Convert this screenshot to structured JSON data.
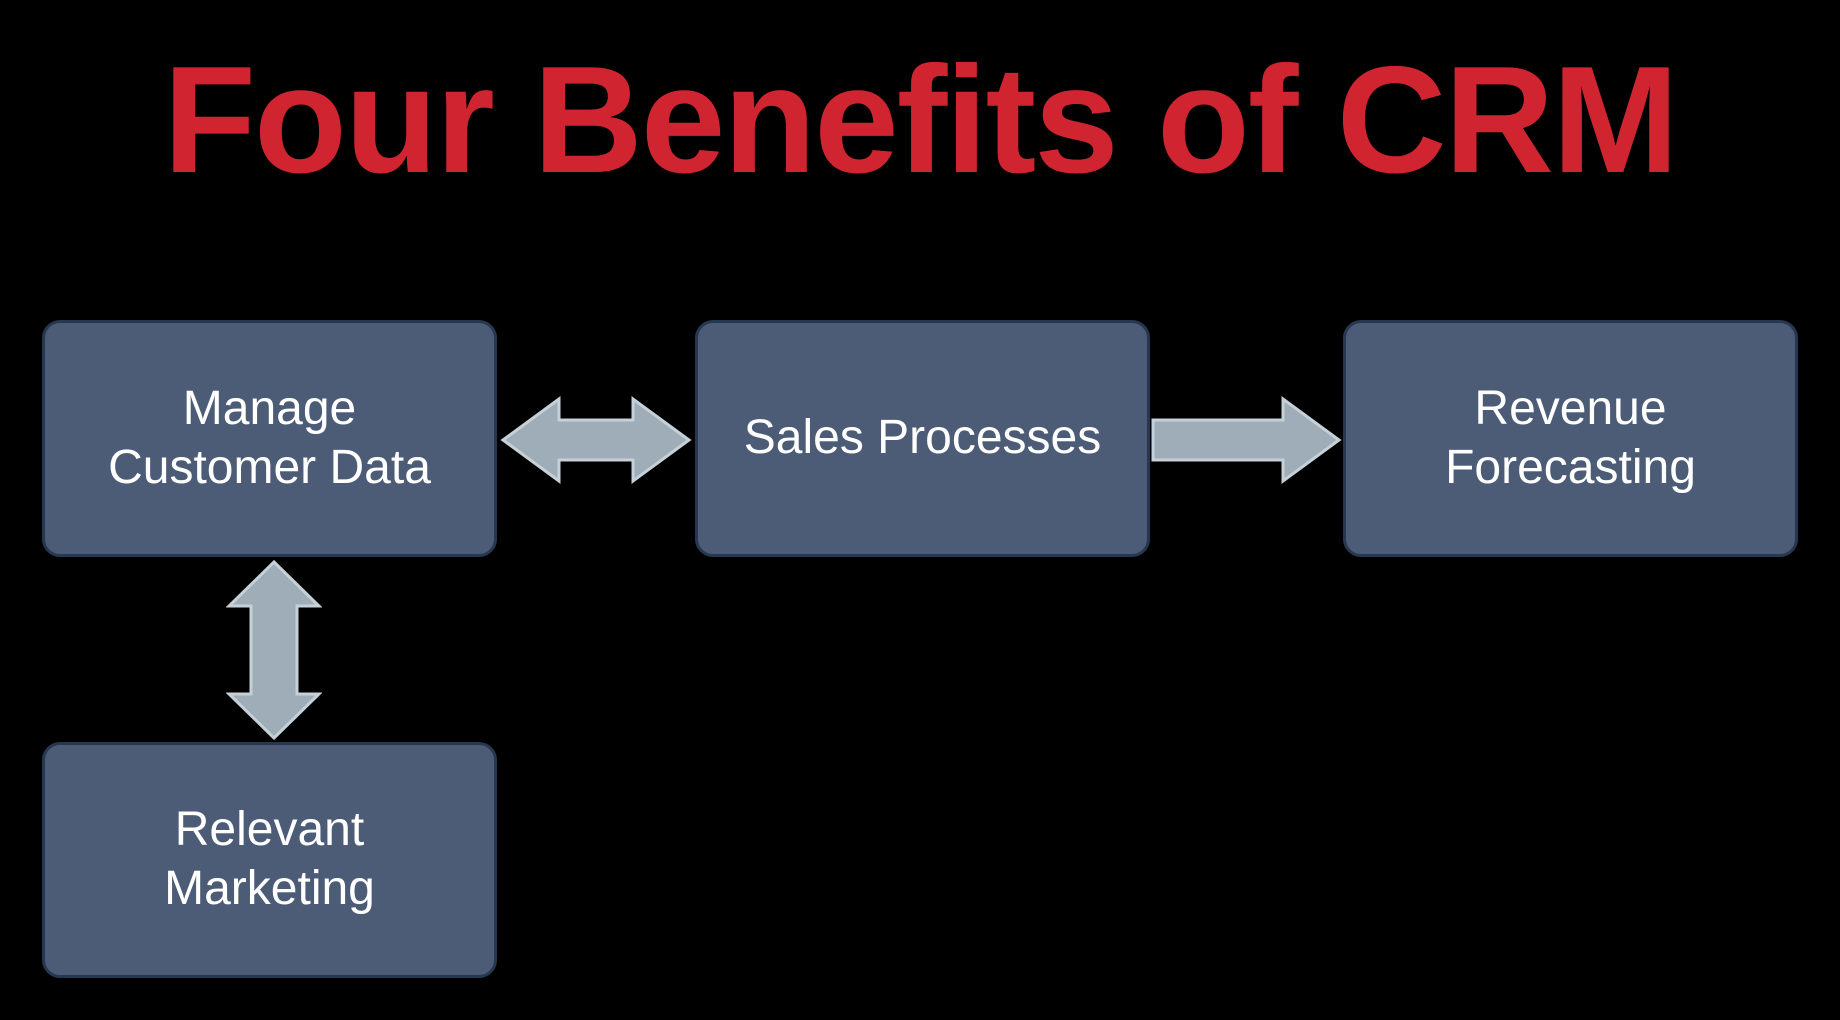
{
  "title": {
    "text": "Four Benefits of CRM"
  },
  "nodes": {
    "manage_customer_data": {
      "label": "Manage\nCustomer Data"
    },
    "sales_processes": {
      "label": "Sales Processes"
    },
    "revenue_forecasting": {
      "label": "Revenue\nForecasting"
    },
    "relevant_marketing": {
      "label": "Relevant\nMarketing"
    }
  },
  "edges": [
    {
      "from": "Manage Customer Data",
      "to": "Sales Processes",
      "direction": "bidirectional",
      "icon": "double-arrow-horizontal-icon"
    },
    {
      "from": "Sales Processes",
      "to": "Revenue Forecasting",
      "direction": "unidirectional",
      "icon": "arrow-right-icon"
    },
    {
      "from": "Manage Customer Data",
      "to": "Relevant Marketing",
      "direction": "bidirectional",
      "icon": "double-arrow-vertical-icon"
    }
  ],
  "theme": {
    "bg": "#000000",
    "title_color": "#d02530",
    "box_fill": "#4c5b76",
    "box_border": "#263850",
    "box_text": "#ffffff",
    "arrow_fill": "#9fadb9",
    "arrow_stroke": "#c6d0d7"
  }
}
